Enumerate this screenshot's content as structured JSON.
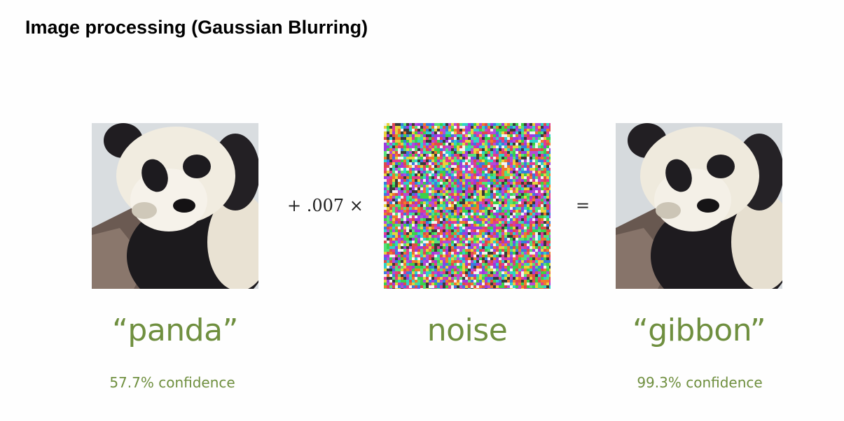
{
  "slide": {
    "title": "Image processing (Gaussian Blurring)"
  },
  "equation": {
    "multiplier_text": "+ .007 ×",
    "equals_text": "="
  },
  "left_image": {
    "label": "“panda”",
    "confidence": "57.7% confidence"
  },
  "middle_image": {
    "label": "noise"
  },
  "right_image": {
    "label": "“gibbon”",
    "confidence": "99.3% confidence"
  },
  "colors": {
    "label_green": "#6f8f3f",
    "title": "#000000"
  }
}
